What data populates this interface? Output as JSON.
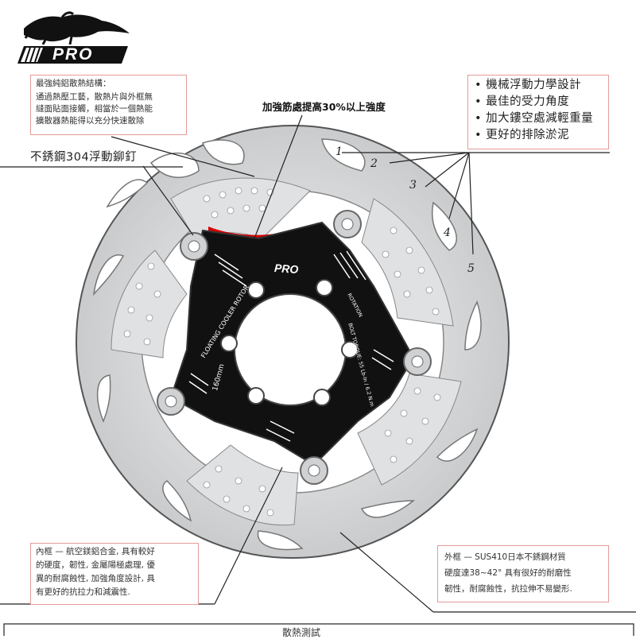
{
  "brand": {
    "logo": "PRO"
  },
  "left_top_note": {
    "lines": [
      "最強純鋁散熱結構：",
      "通過熱壓工藝，散熱片與外框無",
      "縫面貼面接觸，相當於一個熱能",
      "擴散器熱能得以充分快速散除"
    ]
  },
  "rivet_label": "不銹鋼304浮動鉚釘",
  "rib_label": "加強筋處提高30%以上強度",
  "right_top_note": {
    "items": [
      "機械浮動力學設計",
      "最佳的受力角度",
      "加大鏤空處減輕重量",
      "更好的排除淤泥"
    ]
  },
  "numbers": [
    "1",
    "2",
    "3",
    "4",
    "5"
  ],
  "rotor_text": {
    "brand": "PRO",
    "name": "FLOATING COOLER ROTOR",
    "size": "160mm",
    "rotation": "ROTATION",
    "torque": "BOLT TORQUE: 55 Lb-In / 6.2 N.m"
  },
  "inner_frame_note": {
    "lines": [
      "內框 — 航空鎂鋁合金, 具有較好",
      "的硬度，韌性, 金屬陽極處理, 優",
      "異的耐腐蝕性, 加強角度設計, 具",
      "有更好的抗拉力和減震性."
    ]
  },
  "outer_frame_note": {
    "lines": [
      "外框 — SUS410日本不銹鋼材質",
      "硬度達38~42° 具有很好的耐磨性",
      "韌性，耐腐蝕性，抗拉伸不易變形."
    ]
  },
  "bottom_heading": "散熱測試",
  "colors": {
    "box_border": "#e59a9a",
    "spider": "#111111",
    "rotor": "#d6d8da",
    "accent_red": "#d40000"
  }
}
